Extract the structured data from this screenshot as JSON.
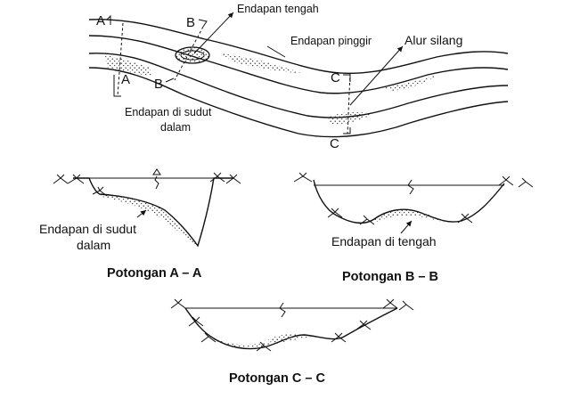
{
  "plan_view": {
    "labels": {
      "endapan_tengah": "Endapan tengah",
      "endapan_pinggir": "Endapan pinggir",
      "alur_silang": "Alur silang",
      "endapan_sudut_dalam_1": "Endapan di sudut",
      "endapan_sudut_dalam_2": "dalam"
    },
    "section_marks": {
      "a_top": "A",
      "a_bottom": "A",
      "b_top": "B",
      "b_bottom": "B",
      "c_top": "C",
      "c_bottom": "C"
    }
  },
  "sections": {
    "a": {
      "caption": "Potongan A – A",
      "label_line1": "Endapan di sudut",
      "label_line2": "dalam"
    },
    "b": {
      "caption": "Potongan B – B",
      "label": "Endapan di tengah"
    },
    "c": {
      "caption": "Potongan C – C"
    }
  },
  "colors": {
    "ink": "#111111",
    "background": "#ffffff"
  }
}
